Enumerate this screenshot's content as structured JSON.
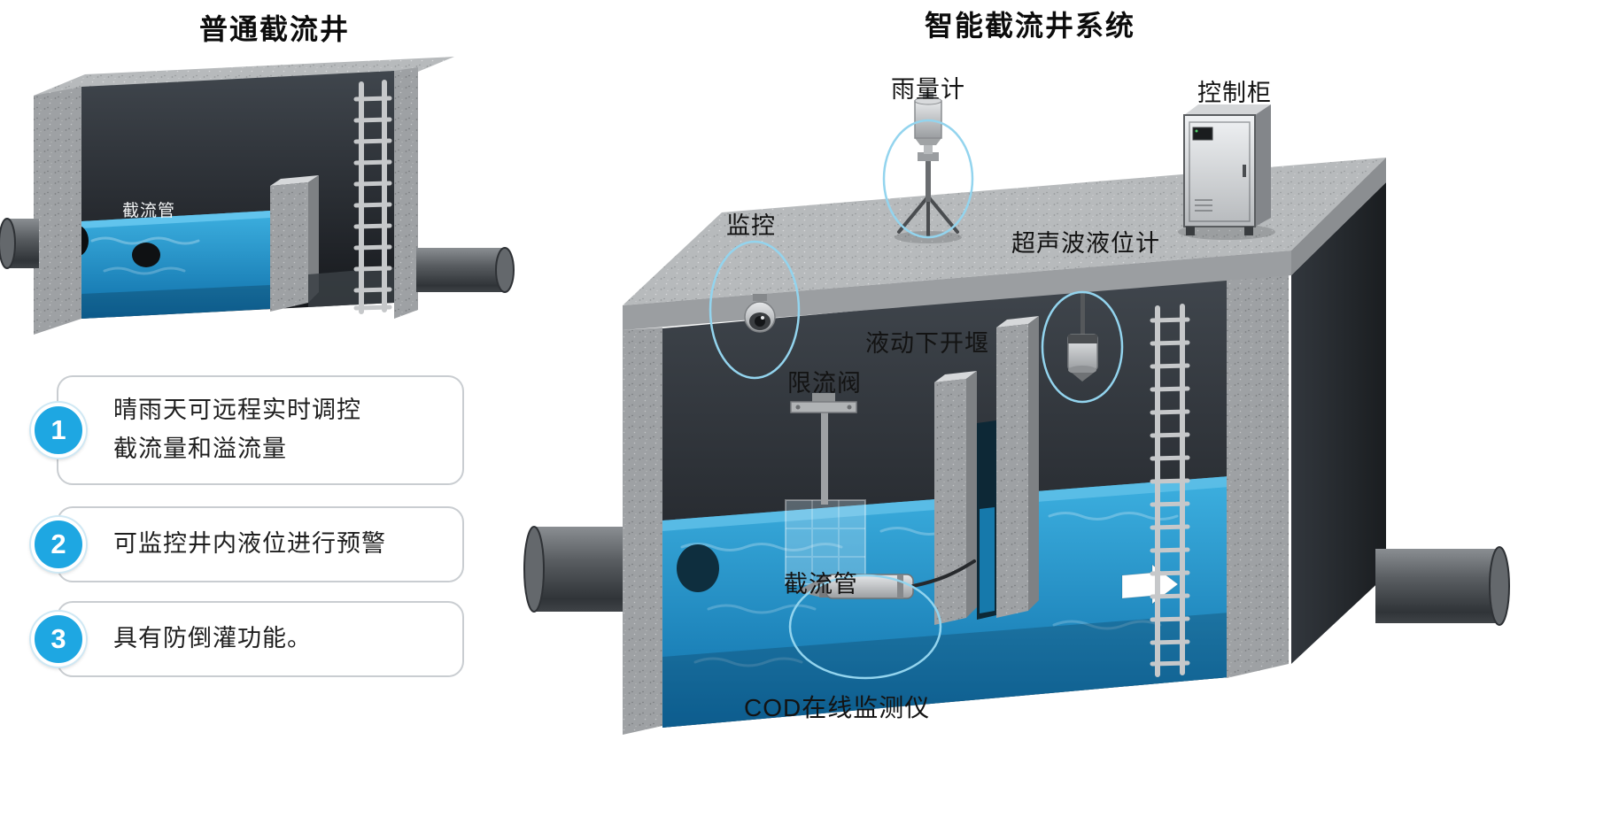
{
  "left_panel": {
    "title": "普通截流井",
    "diagram": {
      "pipe_label": "截流管"
    },
    "features": [
      {
        "num": "1",
        "lines": [
          "晴雨天可远程实时调控",
          "截流量和溢流量"
        ]
      },
      {
        "num": "2",
        "lines": [
          "可监控井内液位进行预警"
        ]
      },
      {
        "num": "3",
        "lines": [
          "具有防倒灌功能。"
        ]
      }
    ]
  },
  "right_panel": {
    "title": "智能截流井系统",
    "labels": {
      "rain_gauge": "雨量计",
      "control_cabinet": "控制柜",
      "camera": "监控",
      "ultrasonic_level_gauge": "超声波液位计",
      "hydraulic_weir": "液动下开堰",
      "flow_limit_valve": "限流阀",
      "interception_pipe": "截流管",
      "cod_monitor": "COD在线监测仪"
    }
  },
  "colors": {
    "accent_blue": "#1ea7e2",
    "callout_ellipse": "#93d4ee",
    "water_blue": "#1b87c4",
    "concrete_gray": "#a5a8aa",
    "dark_interior": "#1c1f23"
  }
}
